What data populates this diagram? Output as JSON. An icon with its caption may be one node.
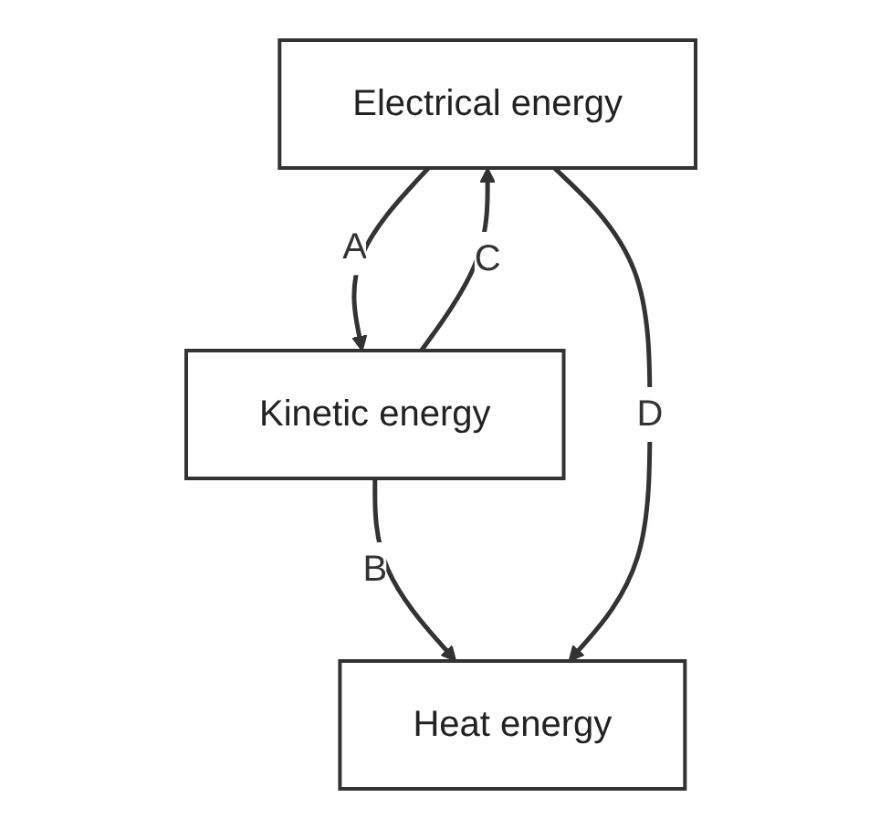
{
  "diagram": {
    "nodes": [
      {
        "text": [
          "Electrical energy"
        ]
      },
      {
        "text": [
          "Kinetic energy"
        ]
      },
      {
        "text": [
          "Heat energy"
        ]
      }
    ],
    "edges": [
      {
        "from": 0,
        "to": 1,
        "arrow": "to",
        "label": "A"
      },
      {
        "from": 1,
        "to": 0,
        "arrow": "to",
        "label": "C"
      },
      {
        "from": 1,
        "to": 2,
        "arrow": "to",
        "label": "B"
      },
      {
        "from": 0,
        "to": 2,
        "arrow": "to",
        "label": "D"
      }
    ]
  }
}
